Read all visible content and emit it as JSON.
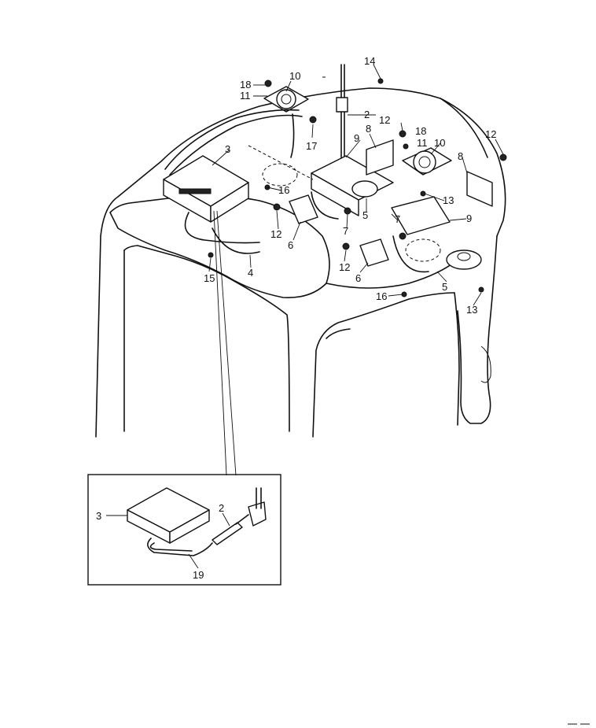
{
  "callouts": {
    "c2_main": "2",
    "c2_inset": "2",
    "c3_main": "3",
    "c3_inset": "3",
    "c4": "4",
    "c5_a": "5",
    "c5_b": "5",
    "c6_a": "6",
    "c6_b": "6",
    "c7_a": "7",
    "c7_b": "7",
    "c8_a": "8",
    "c8_b": "8",
    "c9_a": "9",
    "c9_b": "9",
    "c10_a": "10",
    "c10_b": "10",
    "c11_a": "11",
    "c11_b": "11",
    "c12_a": "12",
    "c12_b": "12",
    "c12_c": "12",
    "c12_d": "12",
    "c13_a": "13",
    "c13_b": "13",
    "c14": "14",
    "c15": "15",
    "c16_a": "16",
    "c16_b": "16",
    "c17": "17",
    "c18_a": "18",
    "c18_b": "18",
    "c19": "19"
  }
}
